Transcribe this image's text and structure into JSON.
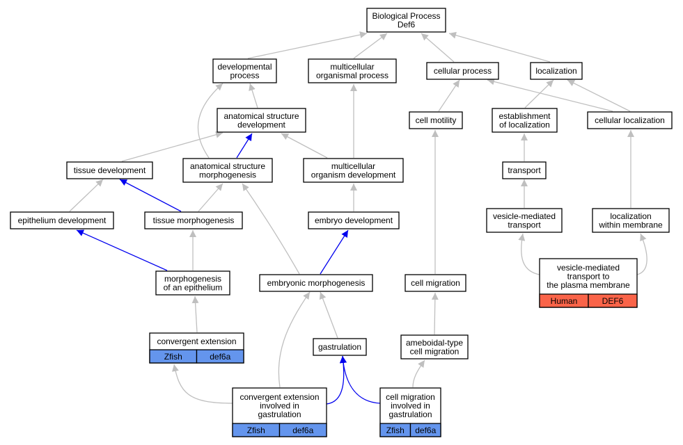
{
  "colors": {
    "edge_gray": "#bfbfbf",
    "edge_blue": "#0000ee",
    "zfish": "#6495ed",
    "human": "#fa6449"
  },
  "nodes": {
    "bp": [
      "Biological Process",
      "Def6"
    ],
    "devproc": [
      "developmental",
      "process"
    ],
    "multiproc": [
      "multicellular",
      "organismal process"
    ],
    "cellproc": [
      "cellular process"
    ],
    "local": [
      "localization"
    ],
    "asd": [
      "anatomical structure",
      "development"
    ],
    "cellmot": [
      "cell motility"
    ],
    "estab": [
      "establishment",
      "of localization"
    ],
    "cellloc": [
      "cellular localization"
    ],
    "tissdev": [
      "tissue development"
    ],
    "asm": [
      "anatomical structure",
      "morphogenesis"
    ],
    "mod": [
      "multicellular",
      "organism development"
    ],
    "transport": [
      "transport"
    ],
    "epidev": [
      "epithelium development"
    ],
    "tissmorph": [
      "tissue morphogenesis"
    ],
    "embdev": [
      "embryo development"
    ],
    "vmt": [
      "vesicle-mediated",
      "transport"
    ],
    "locmem": [
      "localization",
      "within membrane"
    ],
    "moe": [
      "morphogenesis",
      "of an epithelium"
    ],
    "embmorph": [
      "embryonic morphogenesis"
    ],
    "cellmig": [
      "cell migration"
    ],
    "vmtpm": [
      "vesicle-mediated",
      "transport to",
      "the plasma membrane"
    ],
    "convext": [
      "convergent extension"
    ],
    "gastr": [
      "gastrulation"
    ],
    "ameb": [
      "ameboidal-type",
      "cell migration"
    ],
    "ceig": [
      "convergent extension",
      "involved in",
      "gastrulation"
    ],
    "cmig": [
      "cell migration",
      "involved in",
      "gastrulation"
    ]
  },
  "annotations": {
    "vmtpm": [
      "Human",
      "DEF6"
    ],
    "convext": [
      "Zfish",
      "def6a"
    ],
    "ceig": [
      "Zfish",
      "def6a"
    ],
    "cmig": [
      "Zfish",
      "def6a"
    ]
  }
}
